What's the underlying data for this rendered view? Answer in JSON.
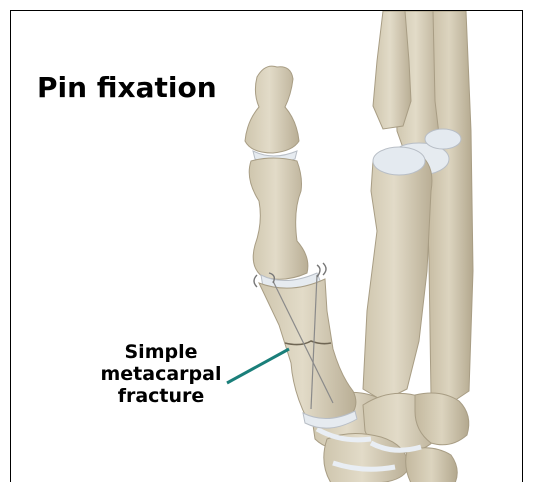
{
  "title": "Pin fixation",
  "callout": {
    "lines": [
      "Simple",
      "metacarpal",
      "fracture"
    ]
  },
  "colors": {
    "bone": "#d9d1bd",
    "bone_shadow": "#b8ad94",
    "cartilage": "#e8eef4",
    "callout_line": "#1a7f7a",
    "pin": "#8a8a8a"
  }
}
